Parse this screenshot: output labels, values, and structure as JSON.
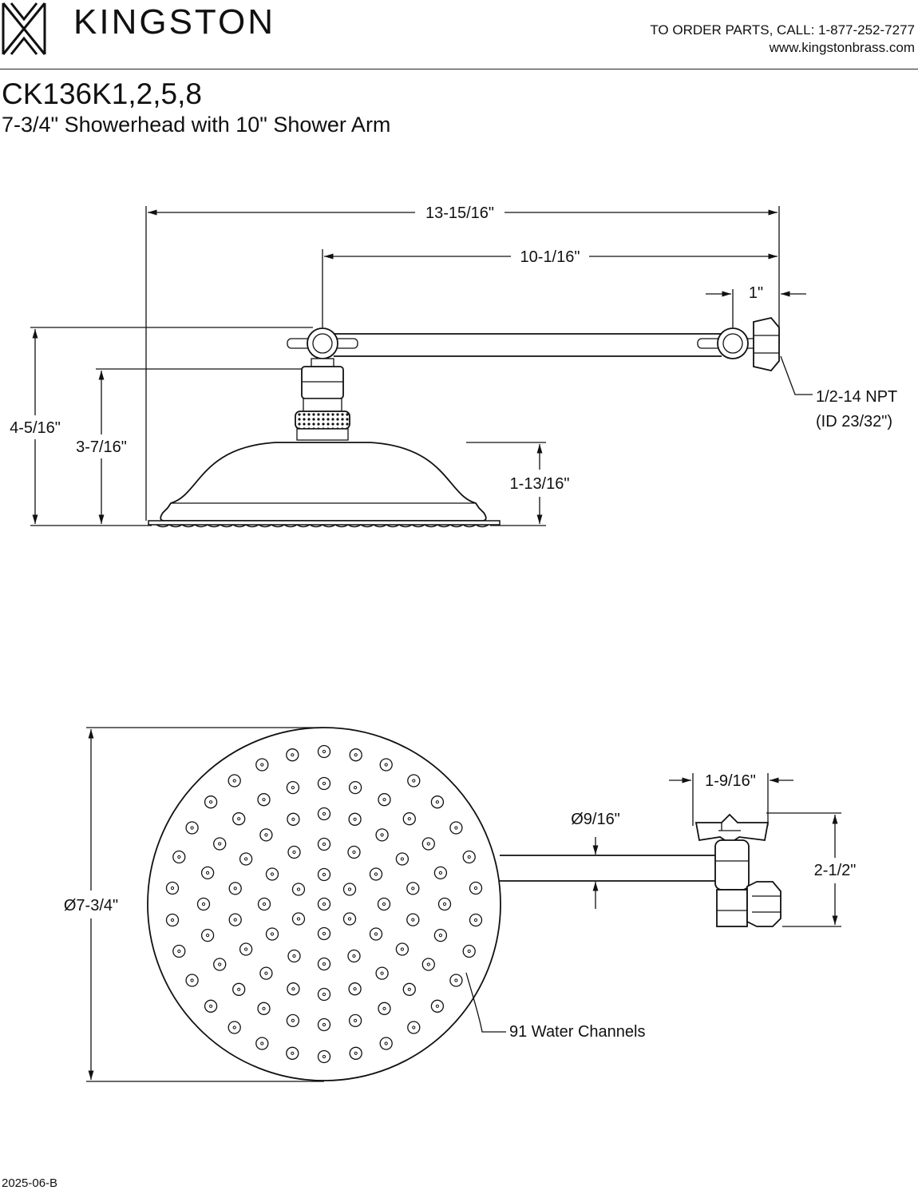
{
  "header": {
    "brand": "KINGSTON",
    "order_line": "TO ORDER PARTS, CALL: 1-877-252-7277",
    "website": "www.kingstonbrass.com"
  },
  "title": {
    "model": "CK136K1,2,5,8",
    "description": "7-3/4\" Showerhead with 10\" Shower Arm"
  },
  "side_view": {
    "overall_length": "13-15/16\"",
    "arm_length": "10-1/16\"",
    "flange_depth": "1\"",
    "overall_height": "4-5/16\"",
    "head_drop": "3-7/16\"",
    "head_height": "1-13/16\"",
    "thread_spec": "1/2-14 NPT",
    "inner_diameter": "(ID 23/32\")"
  },
  "top_view": {
    "head_diameter": "Ø7-3/4\"",
    "arm_diameter": "Ø9/16\"",
    "elbow_width": "1-9/16\"",
    "elbow_offset": "2-1/2\"",
    "channels_label": "91 Water Channels"
  },
  "footer": {
    "revision": "2025-06-B"
  }
}
